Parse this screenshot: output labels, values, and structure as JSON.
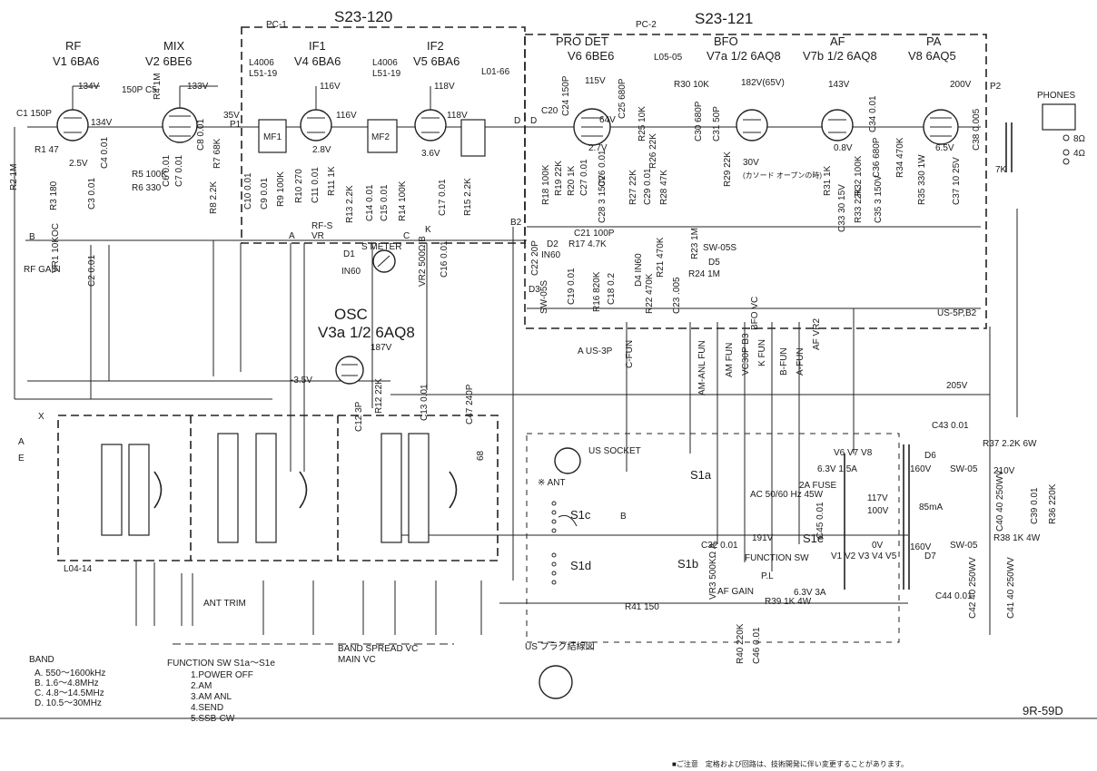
{
  "boards": {
    "pc1": {
      "tag": "PC-1",
      "number": "S23-120"
    },
    "pc2": {
      "tag": "PC-2",
      "number": "S23-121"
    }
  },
  "tubes": [
    {
      "id": "rf",
      "title": "RF",
      "label": "V1 6BA6"
    },
    {
      "id": "mix",
      "title": "MIX",
      "label": "V2 6BE6"
    },
    {
      "id": "if1",
      "title": "IF1",
      "label": "V4 6BA6"
    },
    {
      "id": "if2",
      "title": "IF2",
      "label": "V5 6BA6"
    },
    {
      "id": "prodet",
      "title": "PRO DET",
      "label": "V6 6BE6"
    },
    {
      "id": "bfo",
      "title": "BFO",
      "label": "V7a 1/2 6AQ8"
    },
    {
      "id": "af",
      "title": "AF",
      "label": "V7b 1/2 6AQ8"
    },
    {
      "id": "pa",
      "title": "PA",
      "label": "V8 6AQ5"
    },
    {
      "id": "osc",
      "title": "OSC",
      "label": "V3a 1/2 6AQ8"
    }
  ],
  "voltages": {
    "v134": "134V",
    "v134b": "134V",
    "v133": "133V",
    "v116": "116V",
    "v116b": "116V",
    "v118": "118V",
    "v118b": "118V",
    "v115": "115V",
    "v64": "64V",
    "v182": "182V(65V)",
    "v143": "143V",
    "v200": "200V",
    "v187": "187V",
    "v35": "35V",
    "v25": "2.5V",
    "v28": "2.8V",
    "v36": "3.6V",
    "v27": "2.7V",
    "v08": "0.8V",
    "v65": "6.5V",
    "v30": "30V",
    "vneg35": "-3.5V",
    "v205": "205V",
    "v191": "191V",
    "v210": "210V",
    "v160": "160V",
    "v160b": "160V",
    "v117": "117V",
    "v100": "100V",
    "v0": "0V",
    "ma85": "85mA"
  },
  "components": {
    "c1": "C1 150P",
    "r1": "R1 47",
    "r2": "R2 1M",
    "r3": "R3 180",
    "c3": "C3 0.01",
    "c4": "C4 0.01",
    "c2": "C2 0.01",
    "vr1": "VR1 10KOC",
    "rfgain": "RF GAIN",
    "c5": "150P C5",
    "r4": "R4 1M",
    "r5": "R5 100K",
    "r6": "R6 330",
    "c6": "C6 0.01",
    "c7": "C7 0.01",
    "c8": "C8 0.01",
    "r7": "R7 68K",
    "r8": "R8 2.2K",
    "l4006a": "L4006",
    "l5119": "L51-19",
    "l4006b": "L4006",
    "l5119b": "L51-19",
    "mf1": "MF1",
    "mf2": "MF2",
    "c9": "C9 0.01",
    "c10": "C10 0.01",
    "r9": "R9 100K",
    "r10": "R10 270",
    "c11": "C11 0.01",
    "r11": "R11 1K",
    "r13": "R13 2.2K",
    "c14": "C14 0.01",
    "c15": "C15 0.01",
    "r14": "R14 100K",
    "c17": "C17 0.01",
    "r15": "R15 2.2K",
    "l0166": "L01-66",
    "rfs": "RF-S",
    "vr": "VR",
    "d1": "D1",
    "in60": "IN60",
    "smeter": "S METER",
    "vr2": "VR2 500Ω B",
    "c16": "C16 0.01",
    "c20": "C20",
    "c24": "C24 150P",
    "c25": "C25 680P",
    "r30": "R30 10K",
    "c30": "C30 680P",
    "c31": "C31 50P",
    "l0505": "L05-05",
    "r18": "R18 100K",
    "r19": "R19 22K",
    "r20": "R20 1K",
    "c26": "C26 0.01",
    "c27": "C27 0.01",
    "c28": "C28 3 150V",
    "r25": "R25 10K",
    "r26": "R26 22K",
    "r27": "R27 22K",
    "c29": "C29 0.01",
    "r28": "R28 47K",
    "r29": "R29 22K",
    "cathode": "(カソード オープンの時)",
    "c21": "C21 100P",
    "c22": "C22 20P",
    "d2": "D2",
    "in60b": "IN60",
    "r17": "R17 4.7K",
    "d3": "D3",
    "sw05s": "SW-05S",
    "c19": "C19 0.01",
    "r16": "R16 820K",
    "c18": "C18 0.2",
    "d4": "D4 IN60",
    "r21": "R21 470K",
    "r22": "R22 470K",
    "c23": "C23 .005",
    "r23": "R23 1M",
    "r24": "R24 1M",
    "d5": "D5",
    "sw05s2": "SW-05S",
    "bfovc": "BFO VC",
    "c34": "C34 0.01",
    "c36": "C36 680P",
    "r31": "R31 1K",
    "r32": "R32 100K",
    "r34": "R34 470K",
    "r33": "R33 22K",
    "c33": "C33 30 15V",
    "c35": "C35 3 150V",
    "r35": "R35 330 1W",
    "c37": "C37 10 25V",
    "c38": "C38 0.005",
    "t7k": "7K",
    "p2": "P2",
    "phones": "PHONES",
    "ohm8": "8Ω",
    "ohm4": "4Ω",
    "us5p": "US-5P,B2",
    "c12": "C12 3P",
    "r12": "R12 22K",
    "c13": "C13 0.01",
    "c47": "C47 240P",
    "r68": "68",
    "l0414": "L04-14",
    "anttrim": "ANT TRIM",
    "bandspread": "BAND SPREAD VC",
    "mainvc": "MAIN VC",
    "ussocket": "US SOCKET",
    "xant": "※ ANT",
    "s1a": "S1a",
    "s1b": "S1b",
    "s1c": "S1c",
    "s1d": "S1d",
    "s1e": "S1e",
    "c32": "C32 0.01",
    "vr3": "VR3 500KΩ A",
    "afgain": "AF GAIN",
    "r41": "R41 150",
    "r40": "R40 220K",
    "c46": "C46 0.01",
    "r39": "R39 1K 4W",
    "heater": "6.3V 1.5A",
    "v6v7v8": "V6 V7 V8",
    "fuse": "2A FUSE",
    "ac": "AC 50/60 Hz 45W",
    "c45": "C45 0.01",
    "functionsw": "FUNCTION SW",
    "pl": "P.L",
    "heater2": "6.3V 3A",
    "v1to5": "V1 V2 V3 V4 V5",
    "c43": "C43 0.01",
    "d6": "D6",
    "sw05": "SW-05",
    "r37": "R37 2.2K 6W",
    "c40": "C40 40 250WV",
    "c39": "C39 0.01",
    "r36": "R36 220K",
    "r38": "R38 1K 4W",
    "d7": "D7",
    "sw05b": "SW-05",
    "c42": "C42 40 250WV",
    "c41": "C41 40 250WV",
    "c44": "C44 0.01"
  },
  "pins": {
    "a": "A",
    "b": "B",
    "c": "C",
    "b2": "B2",
    "p1": "P1",
    "d": "D",
    "k": "K",
    "x": "X",
    "e": "E",
    "aus3p": "A US-3P",
    "cfun": "C-FUN",
    "amanlfun": "AM-ANL FUN",
    "amfun": "AM FUN",
    "vc30p": "VC30P B3",
    "kfun": "K FUN",
    "bfun": "B-FUN",
    "afun": "A-FUN",
    "afvr2": "AF VR2"
  },
  "band": {
    "title": "BAND",
    "items": [
      "A. 550～1600kHz",
      "B. 1.6～4.8MHz",
      "C. 4.8～14.5MHz",
      "D. 10.5～30MHz"
    ]
  },
  "function_sw": {
    "title": "FUNCTION SW S1a～S1e",
    "items": [
      "1.POWER OFF",
      "2.AM",
      "3.AM ANL",
      "4.SEND",
      "5.SSB-CW"
    ]
  },
  "us_plug": "US プラグ結線図",
  "model": "9R-59D",
  "note": "■ご注意　定格および回路は、技術開発に伴い変更することがあります。"
}
